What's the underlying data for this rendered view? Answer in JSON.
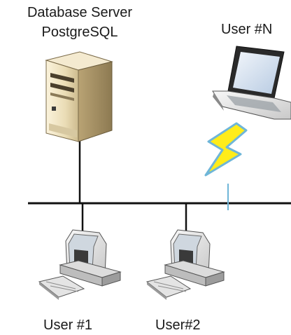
{
  "labels": {
    "server_line1": "Database Server",
    "server_line2": "PostgreSQL",
    "user_n": "User #N",
    "user_1": "User #1",
    "user_2": "User#2"
  },
  "icons": {
    "server": "server-tower-icon",
    "laptop": "laptop-icon",
    "desktop": "desktop-computer-icon",
    "wireless": "lightning-bolt-icon"
  },
  "colors": {
    "server_case": "#efe3c4",
    "network_line": "#111111",
    "lightning_fill": "#ffec1a",
    "lightning_edge": "#6fb6d8",
    "computer_body": "#e7e7e7",
    "laptop_screen": "#d6e3f3"
  }
}
